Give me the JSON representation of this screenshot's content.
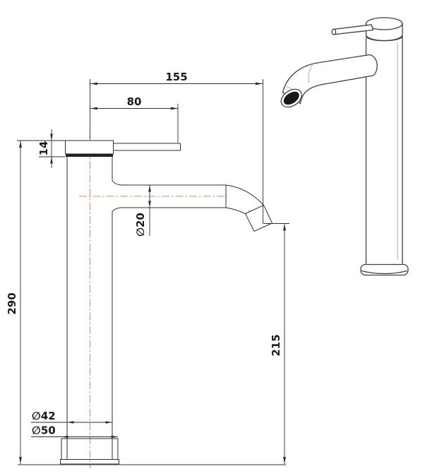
{
  "dimensions": {
    "spout_reach": "155",
    "handle_length": "80",
    "cartridge_height": "14",
    "overall_height": "290",
    "spout_diameter": "∅20",
    "spout_height": "215",
    "body_diameter": "∅42",
    "base_diameter": "∅50"
  },
  "colors": {
    "drawing_line": "#2e2e2e",
    "centerline": "#c9906a",
    "dimension_text": "#1b1b1b",
    "render_outline": "#404040",
    "outlet_dark": "#181818",
    "background": "#ffffff"
  }
}
